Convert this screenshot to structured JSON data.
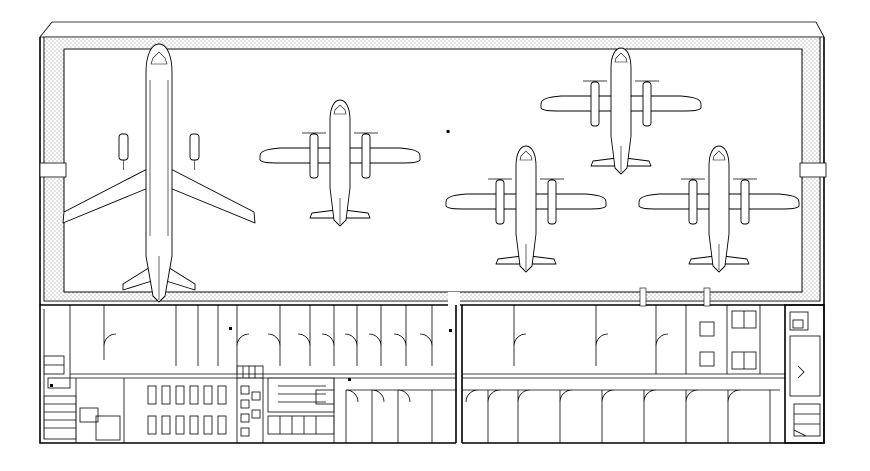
{
  "drawing": {
    "kind": "hangar floor plan (CAD line drawing)",
    "background": "#ffffff",
    "line_color": "#000000",
    "hangar_floor_hatch": "dotted"
  },
  "hangar": {
    "aircraft": [
      {
        "type": "jet-airliner"
      },
      {
        "type": "twin-turboprop"
      },
      {
        "type": "twin-turboprop"
      },
      {
        "type": "twin-turboprop"
      },
      {
        "type": "twin-turboprop"
      }
    ]
  },
  "annex": {
    "sections": [
      "service-rooms",
      "offices",
      "restrooms",
      "parking-bays",
      "stairs"
    ]
  }
}
